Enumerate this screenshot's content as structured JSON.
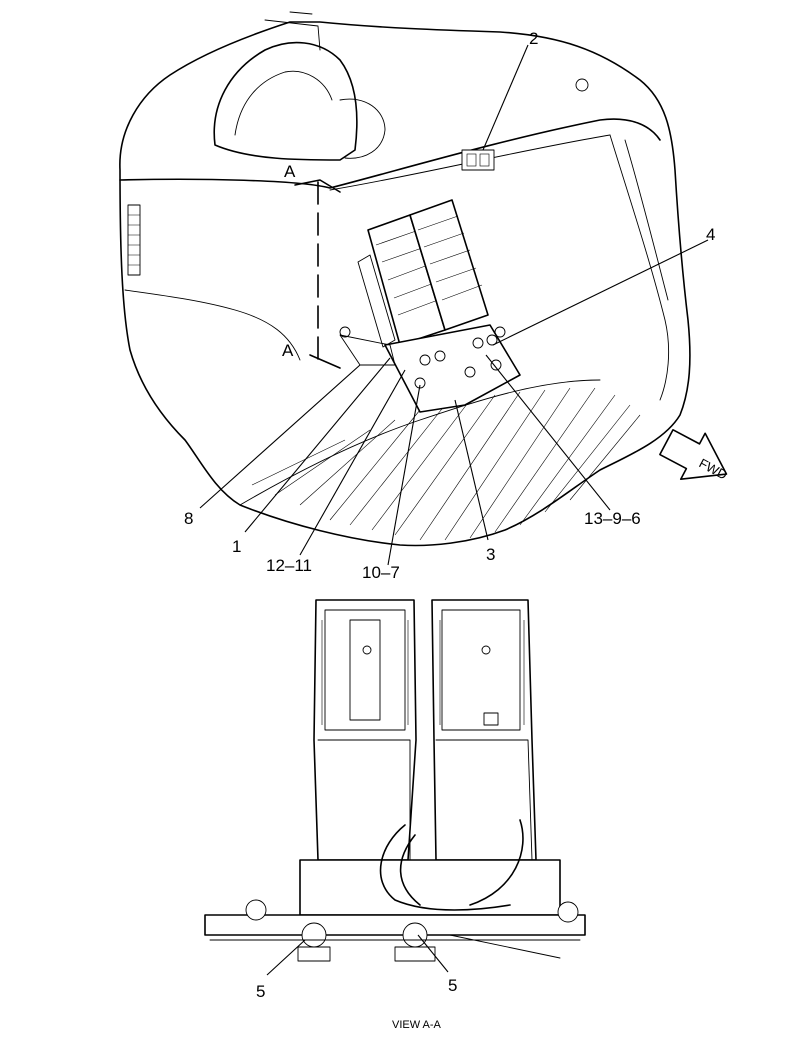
{
  "callouts": {
    "c2": "2",
    "c4": "4",
    "c8": "8",
    "c1": "1",
    "c12_11": "12–11",
    "c10_7": "10–7",
    "c3": "3",
    "c13_9_6": "13–9–6",
    "c5_left": "5",
    "c5_right": "5"
  },
  "section_marker": {
    "top": "A",
    "bottom": "A"
  },
  "direction_arrow": {
    "label": "FWD"
  },
  "view_caption": "VIEW A-A"
}
